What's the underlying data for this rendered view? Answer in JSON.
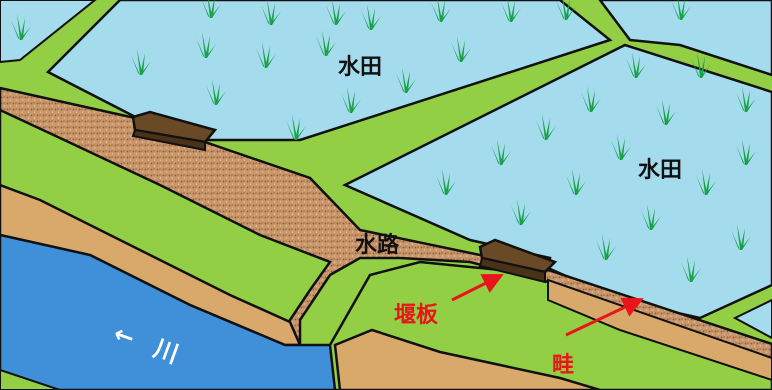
{
  "labels": {
    "paddy_upper": "水田",
    "paddy_right": "水田",
    "channel": "水路",
    "weir_board": "堰板",
    "levee": "畦",
    "river": "川",
    "river_arrow": "←"
  },
  "colors": {
    "paddy_water": "#a4dcee",
    "levee_green": "#92cf45",
    "bank_tan": "#d9a86b",
    "channel_soil": "#c59565",
    "river_blue": "#3f8fd9",
    "weir_board": "#6a4a26",
    "rice_plant": "#1aa14a",
    "callout_red": "#e8151b"
  },
  "icons": {
    "rice_plant": "rice-seedling-icon",
    "weir_board": "weir-board-icon",
    "arrow": "red-arrow-icon"
  }
}
